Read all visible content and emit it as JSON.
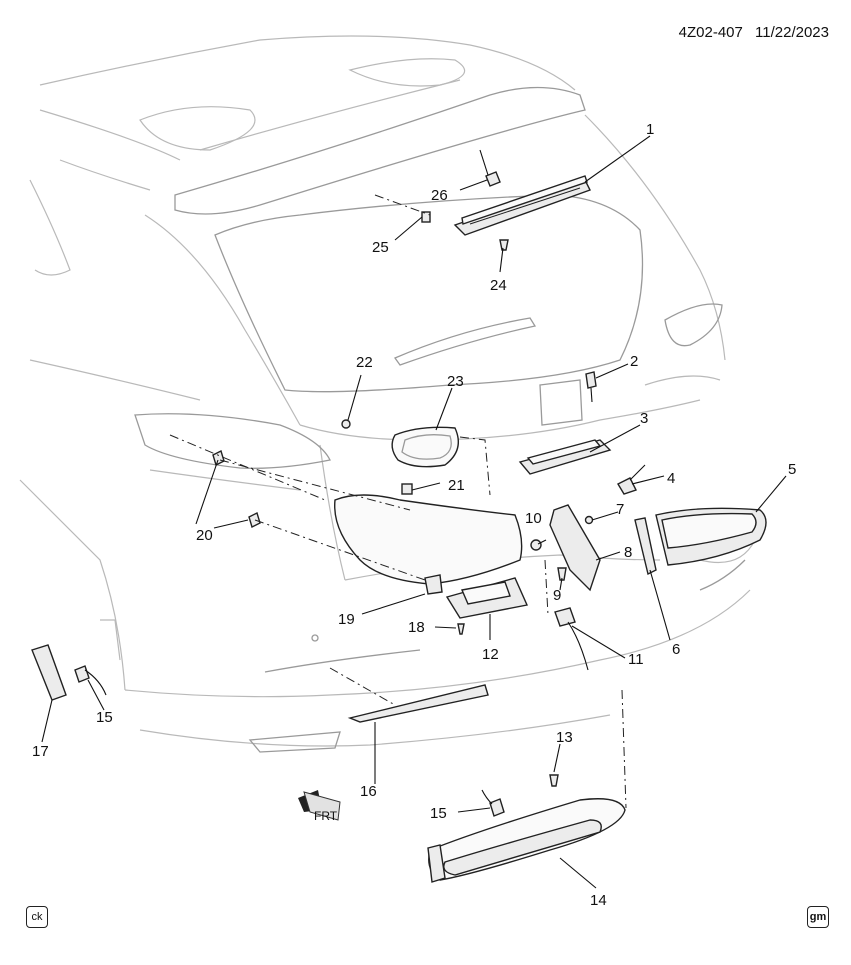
{
  "header": {
    "code": "4Z02-407",
    "date": "11/22/2023"
  },
  "badges": {
    "left": "ck",
    "right": "gm"
  },
  "orientation": {
    "label": "FRT"
  },
  "callouts": {
    "c1": "1",
    "c2": "2",
    "c3": "3",
    "c4": "4",
    "c5": "5",
    "c6": "6",
    "c7": "7",
    "c8": "8",
    "c9": "9",
    "c10": "10",
    "c11": "11",
    "c12": "12",
    "c13": "13",
    "c14": "14",
    "c15a": "15",
    "c15b": "15",
    "c16": "16",
    "c17": "17",
    "c18": "18",
    "c19": "19",
    "c20a": "20",
    "c20b": "20",
    "c21": "21",
    "c22": "22",
    "c23": "23",
    "c24": "24",
    "c25": "25",
    "c26": "26"
  }
}
